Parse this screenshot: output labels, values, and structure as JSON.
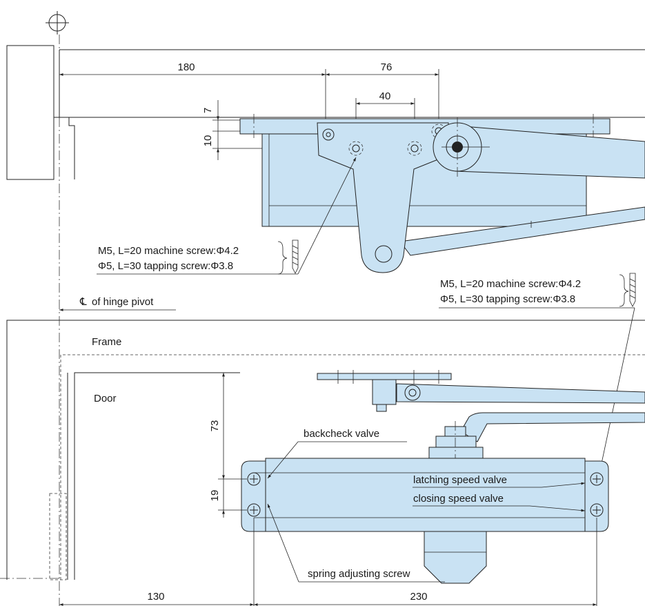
{
  "colors": {
    "body_fill": "#c9e2f3",
    "body_dark": "#a9cce6",
    "line": "#222222"
  },
  "top_view": {
    "screw_note_left": {
      "line1": "M5, L=20 machine screw:Φ4.2",
      "line2": "Φ5, L=30 tapping screw:Φ3.8"
    },
    "screw_note_right": {
      "line1": "M5, L=20 machine screw:Φ4.2",
      "line2": "Φ5, L=30 tapping screw:Φ3.8"
    },
    "hinge_pivot_label": "of hinge pivot",
    "centerline_symbol": "℄",
    "dimensions": {
      "d180": "180",
      "d76": "76",
      "d40": "40",
      "d7": "7",
      "d10": "10"
    }
  },
  "bottom_view": {
    "frame_label": "Frame",
    "door_label": "Door",
    "backcheck_valve": "backcheck valve",
    "latching_speed_valve": "latching speed valve",
    "closing_speed_valve": "closing speed valve",
    "spring_adjusting_screw": "spring adjusting screw",
    "dimensions": {
      "d73": "73",
      "d19": "19",
      "d130": "130",
      "d230": "230"
    }
  }
}
